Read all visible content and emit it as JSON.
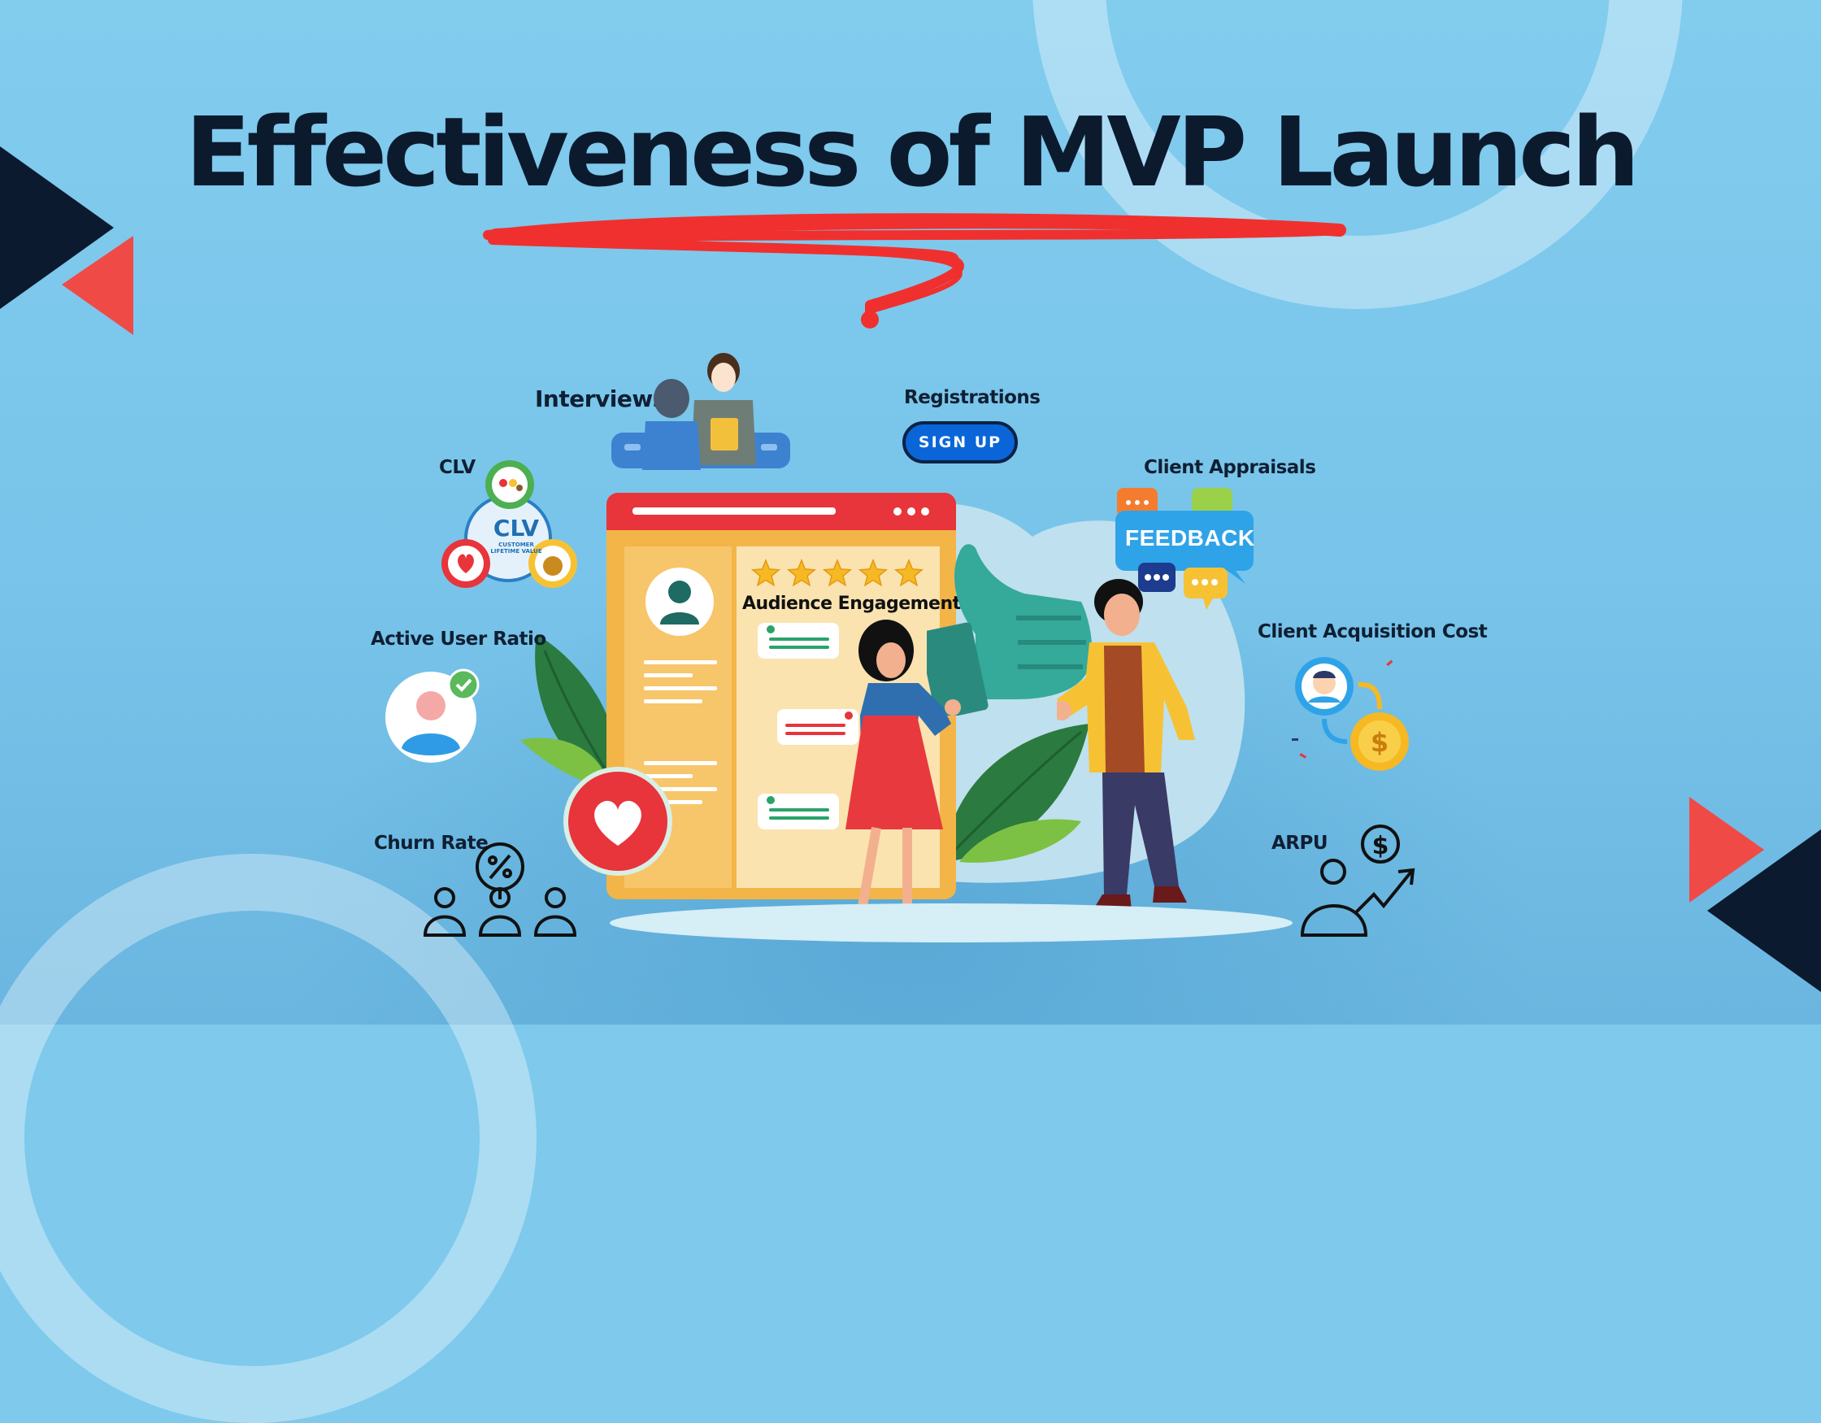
{
  "title": "Effectiveness of MVP Launch",
  "labels": {
    "interviews": "Interviews",
    "registrations": "Registrations",
    "clv": "CLV",
    "client_appraisals": "Client Appraisals",
    "active_user_ratio": "Active User Ratio",
    "client_acquisition_cost": "Client Acquisition Cost",
    "churn_rate": "Churn Rate",
    "arpu": "ARPU",
    "audience_engagement": "Audience Engagement"
  },
  "signup_button": "SIGN UP",
  "feedback_text": "FEEDBACK",
  "clv_badge": {
    "abbr": "CLV",
    "full": "CUSTOMER LIFETIME VALUE"
  },
  "rating_stars": 5,
  "icons": [
    "interview-icon",
    "signup-icon",
    "clv-icon",
    "feedback-icon",
    "active-user-icon",
    "acquisition-cost-icon",
    "churn-rate-icon",
    "arpu-icon",
    "heart-icon",
    "thumbs-up-icon"
  ],
  "colors": {
    "background": "#7ec9ec",
    "accent_red": "#f04a47",
    "navy": "#0c1a2e",
    "brand_blue": "#0a66d8"
  }
}
